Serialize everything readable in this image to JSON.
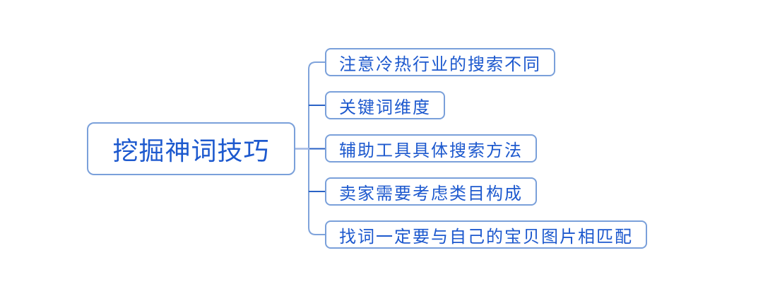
{
  "diagram": {
    "type": "mindmap",
    "root": {
      "label": "挖掘神词技巧"
    },
    "children": [
      {
        "label": "注意冷热行业的搜索不同"
      },
      {
        "label": "关键词维度"
      },
      {
        "label": "辅助工具具体搜索方法"
      },
      {
        "label": "卖家需要考虑类目构成"
      },
      {
        "label": "找词一定要与自己的宝贝图片相匹配"
      }
    ]
  },
  "colors": {
    "text": "#1d59ce",
    "node_border": "#7aa0da",
    "background": "#ffffff",
    "connector_trunk": "#7fa3db",
    "connector_branch": "#2a62c6",
    "connector_root_stub": "#9fb6e3"
  }
}
